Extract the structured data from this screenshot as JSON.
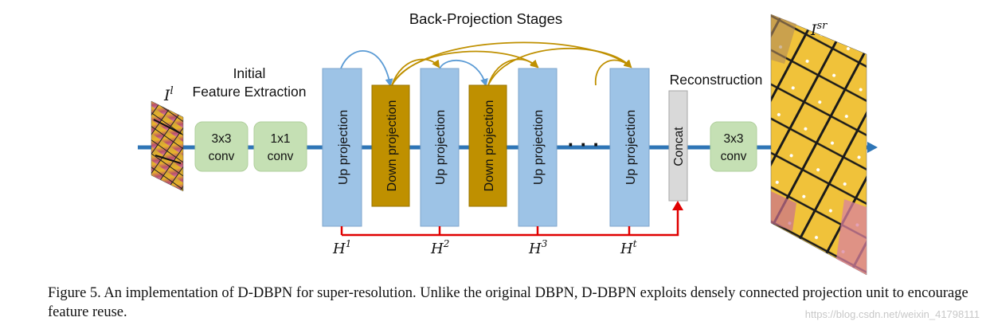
{
  "diagram": {
    "title": "Back-Projection Stages",
    "initial_label_line1": "Initial",
    "initial_label_line2": "Feature Extraction",
    "reconstruction_label": "Reconstruction",
    "input_label": "I",
    "input_sup": "l",
    "output_label": "I",
    "output_sup": "sr",
    "conv1_line1": "3x3",
    "conv1_line2": "conv",
    "conv2_line1": "1x1",
    "conv2_line2": "conv",
    "conv3_line1": "3x3",
    "conv3_line2": "conv",
    "up_label": "Up projection",
    "down_label": "Down projection",
    "concat_label": "Concat",
    "ellipsis": "· · ·",
    "h_labels": [
      {
        "base": "H",
        "sup": "1"
      },
      {
        "base": "H",
        "sup": "2"
      },
      {
        "base": "H",
        "sup": "3"
      },
      {
        "base": "H",
        "sup": "t"
      }
    ],
    "colors": {
      "up_block": "#9dc3e6",
      "up_border": "#7ea6cc",
      "down_block": "#bf9000",
      "down_border": "#9a7400",
      "conv_block": "#c5e0b4",
      "concat_block": "#d9d9d9",
      "main_arrow": "#2e75b6",
      "dense_arrow_blue": "#5b9bd5",
      "dense_arrow_gold": "#bf9000",
      "skip_line": "#e00000"
    }
  },
  "caption": "Figure 5. An implementation of D-DBPN for super-resolution. Unlike the original DBPN, D-DBPN exploits densely connected projection unit to encourage feature reuse.",
  "watermark": "https://blog.csdn.net/weixin_41798111"
}
